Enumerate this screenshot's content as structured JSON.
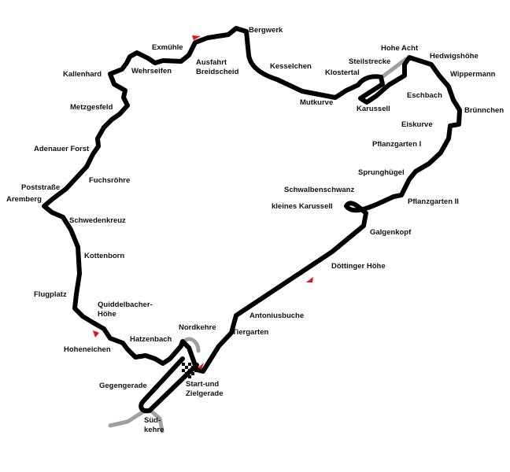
{
  "map": {
    "colors": {
      "track": "#000000",
      "connector": "#a0a0a0",
      "sector_marker": "#ee1111",
      "background": "#ffffff"
    },
    "labels": {
      "bergwerk": "Bergwerk",
      "exmuehle": "Exmühle",
      "ausfahrt_breidscheid_1": "Ausfahrt",
      "ausfahrt_breidscheid_2": "Breidscheid",
      "kesselchen": "Kesselchen",
      "hohe_acht": "Hohe Acht",
      "steilstrecke": "Steilstrecke",
      "hedwigshoehe": "Hedwigshöhe",
      "kallenhard": "Kallenhard",
      "wehrseifen": "Wehrseifen",
      "klostertal": "Klostertal",
      "wippermann": "Wippermann",
      "eschbach": "Eschbach",
      "mutkurve": "Mutkurve",
      "karussell": "Karussell",
      "metzgesfeld": "Metzgesfeld",
      "bruennchen": "Brünnchen",
      "eiskurve": "Eiskurve",
      "adenauer_forst": "Adenauer Forst",
      "pflanzgarten_1": "Pflanzgarten I",
      "sprunghuegel": "Sprunghügel",
      "fuchsroehre": "Fuchsröhre",
      "poststrasse": "Poststraße",
      "schwalbenschwanz": "Schwalbenschwanz",
      "aremberg": "Aremberg",
      "pflanzgarten_2": "Pflanzgarten II",
      "kleines_karussell": "kleines Karussell",
      "schwedenkreuz": "Schwedenkreuz",
      "galgenkopf": "Galgenkopf",
      "kottenborn": "Kottenborn",
      "doettinger_hoehe": "Döttinger Höhe",
      "flugplatz": "Flugplatz",
      "quiddelbacher_1": "Quiddelbacher-",
      "quiddelbacher_2": "Höhe",
      "antoniusbuche": "Antoniusbuche",
      "nordkehre": "Nordkehre",
      "tiergarten": "Tiergarten",
      "hatzenbach": "Hatzenbach",
      "hoheneichen": "Hoheneichen",
      "gegengerade": "Gegengerade",
      "start_ziel_1": "Start-und",
      "start_ziel_2": "Zielgerade",
      "suedkehre_1": "Süd-",
      "suedkehre_2": "kehre"
    }
  }
}
